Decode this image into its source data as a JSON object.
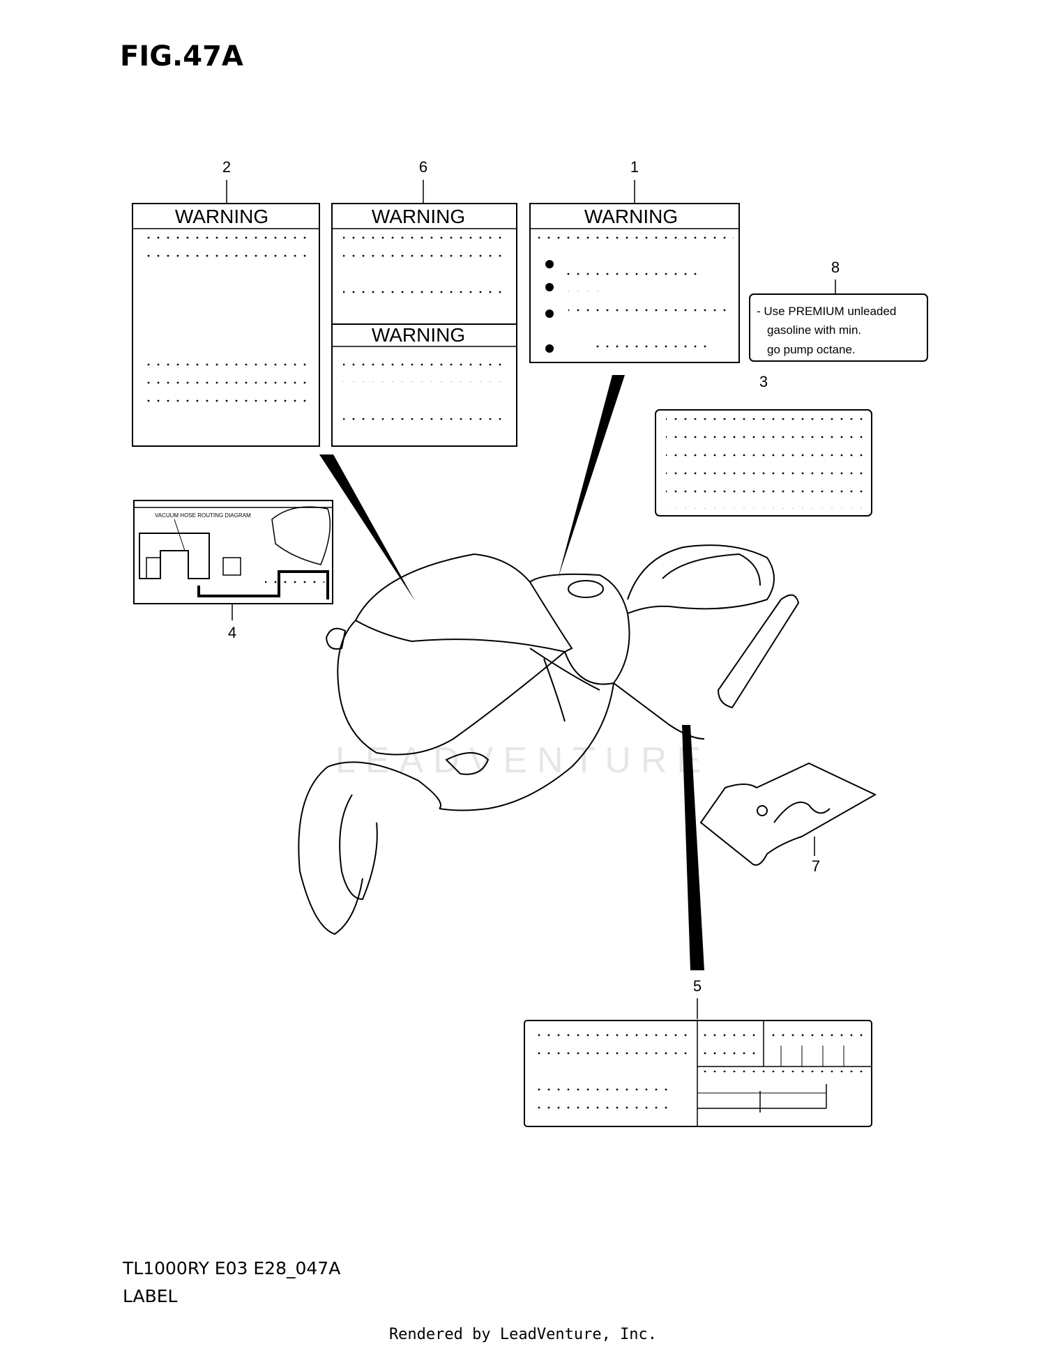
{
  "figure": {
    "title": "FIG.47A",
    "model_code": "TL1000RY E03 E28_047A",
    "section": "LABEL"
  },
  "labels": [
    {
      "callout": "2",
      "heading": "WARNING"
    },
    {
      "callout": "6",
      "heading": "WARNING",
      "heading_2": "WARNING"
    },
    {
      "callout": "1",
      "heading": "WARNING"
    },
    {
      "callout": "8",
      "lines": [
        "- Use PREMIUM unleaded",
        "gasoline with min.",
        "go pump octane."
      ]
    },
    {
      "callout": "3"
    },
    {
      "callout": "4",
      "diagram_title": "VACUUM HOSE ROUTING DIAGRAM"
    },
    {
      "callout": "7"
    },
    {
      "callout": "5"
    }
  ],
  "watermark": "LEADVENTURE",
  "footer": "Rendered by LeadVenture, Inc."
}
